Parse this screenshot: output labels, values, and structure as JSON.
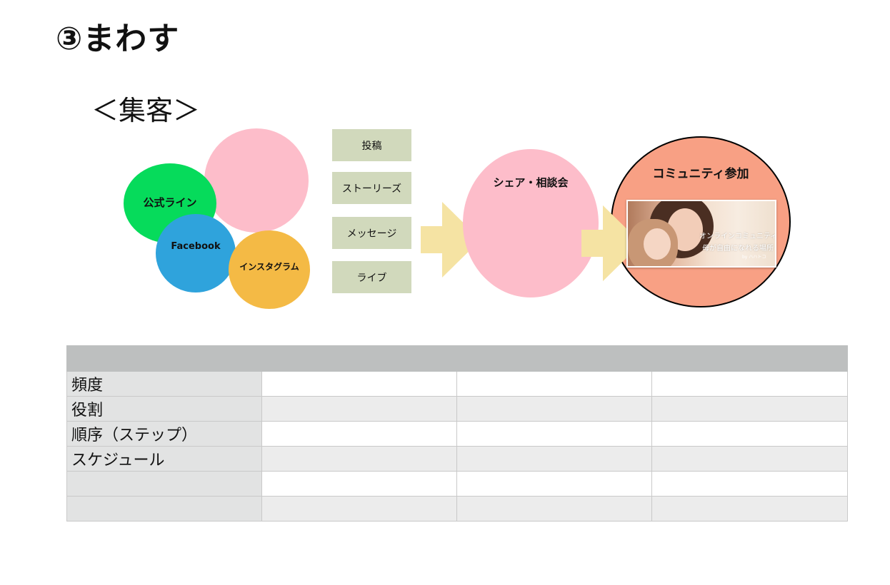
{
  "title": "③まわす",
  "subtitle": "＜集客＞",
  "circles": {
    "pink_top": "",
    "line": "公式ライン",
    "facebook": "Facebook",
    "instagram": "インスタグラム",
    "share": "シェア・相談会",
    "community": "コミュニティ参加"
  },
  "boxes": [
    "投稿",
    "ストーリーズ",
    "メッセージ",
    "ライブ"
  ],
  "photo": {
    "caption_line1": "オンラインコミュニティ",
    "caption_line2": "母が自由になれる場所",
    "caption_line3": "by ハハトコ"
  },
  "colors": {
    "line_green": "#06db5b",
    "facebook_blue": "#2fa3dc",
    "instagram_orange": "#f4ba45",
    "pink": "#fdbdca",
    "community_salmon": "#f8a084",
    "arrow_yellow": "#f5e3a3",
    "box_sage": "#d1d9bc"
  },
  "table": {
    "header": "",
    "rows": [
      {
        "label": "頻度",
        "cells": [
          "",
          "",
          ""
        ]
      },
      {
        "label": "役割",
        "cells": [
          "",
          "",
          ""
        ]
      },
      {
        "label": "順序（ステップ）",
        "cells": [
          "",
          "",
          ""
        ]
      },
      {
        "label": "スケジュール",
        "cells": [
          "",
          "",
          ""
        ]
      },
      {
        "label": "",
        "cells": [
          "",
          "",
          ""
        ]
      },
      {
        "label": "",
        "cells": [
          "",
          "",
          ""
        ]
      }
    ]
  }
}
